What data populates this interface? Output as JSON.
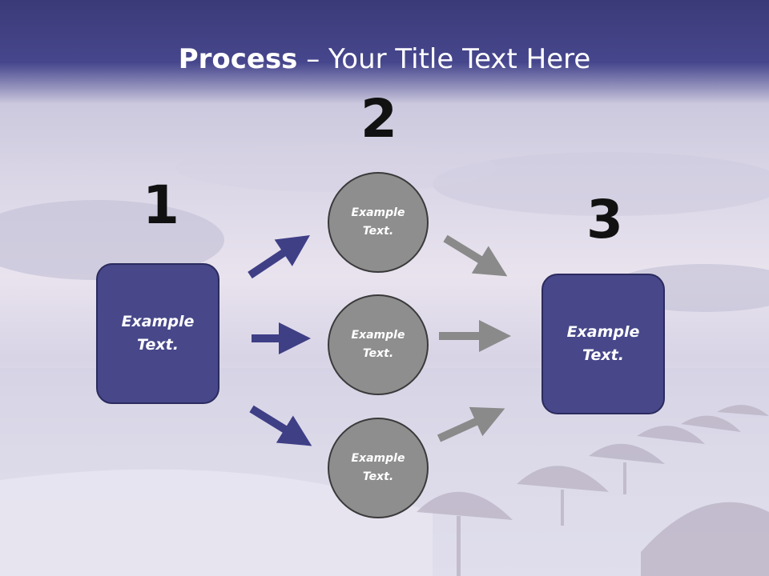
{
  "slide": {
    "title_bold": "Process",
    "title_rest": " – Your Title Text Here",
    "steps": {
      "n1": "1",
      "n2": "2",
      "n3": "3"
    },
    "left_box": "Example Text.",
    "right_box": "Example Text.",
    "circles": [
      "Example Text.",
      "Example Text.",
      "Example Text."
    ]
  },
  "colors": {
    "header": "#3b3a78",
    "box_fill": "#47478a",
    "arrow_blue": "#3f3f86",
    "arrow_gray": "#8a8a8a",
    "circle_fill": "#8e8e8e"
  }
}
